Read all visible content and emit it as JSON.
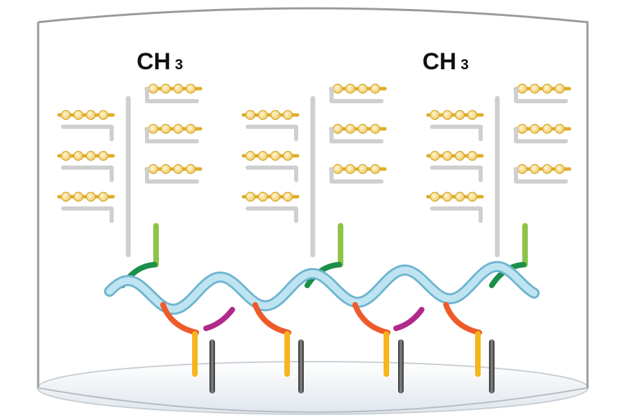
{
  "labels": {
    "left": {
      "main": "CH",
      "sub": "3"
    },
    "right": {
      "main": "CH",
      "sub": "3"
    }
  },
  "colors": {
    "container_stroke": "#9a9a9a",
    "container_floor": "#e9eef2",
    "scaffold_gray": "#cfcfcf",
    "bead_fill": "#f3d57a",
    "bead_stroke": "#d6a72c",
    "bead_bar": "#e0ad2a",
    "helix_fill": "#bfe4f1",
    "helix_stroke": "#6fb5d0",
    "dark_green": "#1c8f4a",
    "light_green": "#8dc449",
    "orange": "#ee5b2a",
    "magenta": "#b0298b",
    "yellow": "#f7b51c",
    "dark_gray": "#555555"
  },
  "icons": [
    "molecule-cluster-icon",
    "bead-chain-icon",
    "helix-strand-icon"
  ]
}
